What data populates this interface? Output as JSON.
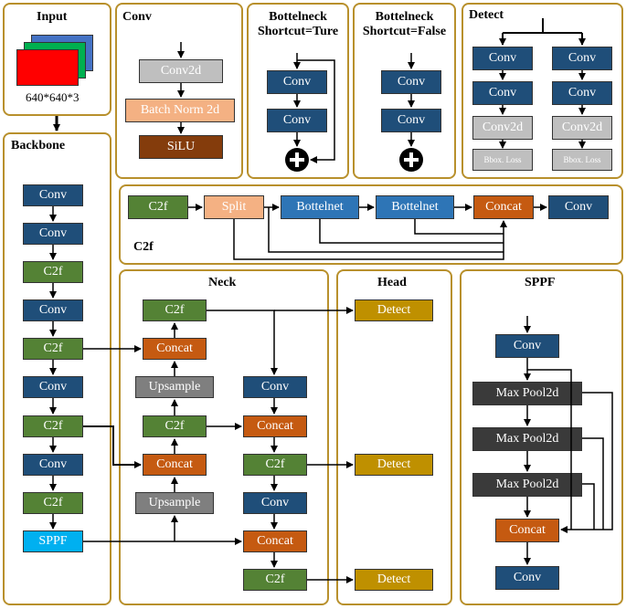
{
  "input": {
    "title": "Input",
    "size": "640*640*3"
  },
  "conv_panel": {
    "title": "Conv",
    "blocks": [
      "Conv2d",
      "Batch Norm 2d",
      "SiLU"
    ]
  },
  "bott_true": {
    "title_line1": "Bottelneck",
    "title_line2": "Shortcut=Ture",
    "blocks": [
      "Conv",
      "Conv"
    ]
  },
  "bott_false": {
    "title_line1": "Bottelneck",
    "title_line2": "Shortcut=False",
    "blocks": [
      "Conv",
      "Conv"
    ]
  },
  "detect_panel": {
    "title": "Detect",
    "left": [
      "Conv",
      "Conv",
      "Conv2d",
      "Bbox. Loss"
    ],
    "right": [
      "Conv",
      "Conv",
      "Conv2d",
      "Bbox. Loss"
    ]
  },
  "c2f_panel": {
    "title": "C2f",
    "blocks": [
      "C2f",
      "Split",
      "Bottelnet",
      "Bottelnet",
      "Concat",
      "Conv"
    ]
  },
  "backbone": {
    "title": "Backbone",
    "blocks": [
      "Conv",
      "Conv",
      "C2f",
      "Conv",
      "C2f",
      "Conv",
      "C2f",
      "Conv",
      "C2f",
      "SPPF"
    ]
  },
  "neck": {
    "title": "Neck",
    "left": [
      "C2f",
      "Concat",
      "Upsample",
      "C2f",
      "Concat",
      "Upsample"
    ],
    "right": [
      "Conv",
      "Concat",
      "C2f",
      "Conv",
      "Concat",
      "C2f"
    ]
  },
  "head": {
    "title": "Head",
    "blocks": [
      "Detect",
      "Detect",
      "Detect"
    ]
  },
  "sppf_panel": {
    "title": "SPPF",
    "blocks": [
      "Conv",
      "Max Pool2d",
      "Max Pool2d",
      "Max Pool2d",
      "Concat",
      "Conv"
    ]
  }
}
